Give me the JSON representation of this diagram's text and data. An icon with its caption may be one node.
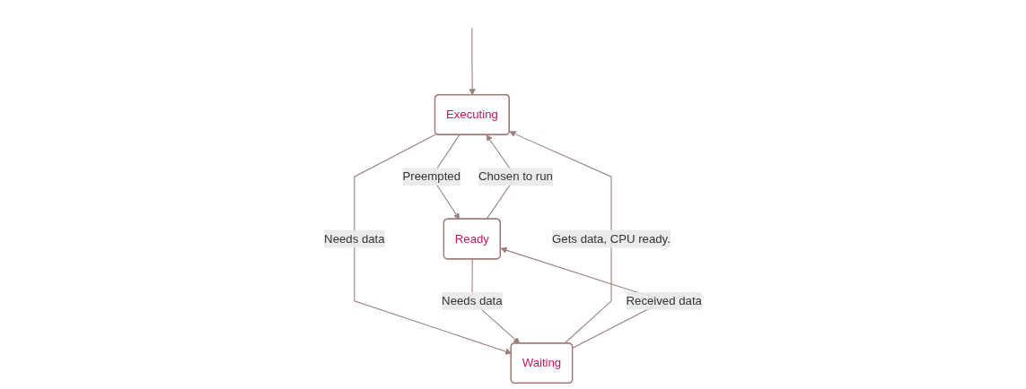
{
  "diagram": {
    "nodes": [
      {
        "text": [
          "Executing"
        ]
      },
      {
        "text": [
          "Ready"
        ]
      },
      {
        "text": [
          "Waiting"
        ]
      }
    ],
    "edges": [
      {
        "from": null,
        "to": 0,
        "arrow": "to"
      },
      {
        "from": 1,
        "to": 0,
        "arrow": "to",
        "label": "Chosen to run"
      },
      {
        "from": 0,
        "to": 1,
        "arrow": "to",
        "label": "Preempted"
      },
      {
        "from": 0,
        "to": 2,
        "arrow": "to",
        "label": "Needs data"
      },
      {
        "from": 2,
        "to": 0,
        "arrow": "to",
        "label": "Gets data, CPU ready."
      },
      {
        "from": 2,
        "to": 1,
        "arrow": "to",
        "label": "Received data"
      },
      {
        "from": 1,
        "to": 2,
        "arrow": "to",
        "label": "Needs data"
      }
    ]
  }
}
